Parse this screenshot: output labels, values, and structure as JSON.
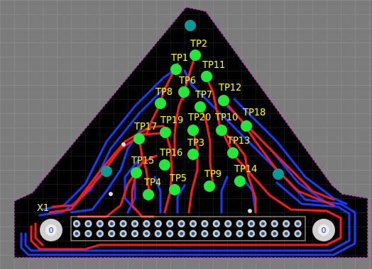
{
  "canvas": {
    "background": "#7c7c7c",
    "grid_color": "#9a9a9a",
    "board_fill": "#000000",
    "outline_color": "#c040c0",
    "top_copper": "#ff1a1a",
    "bottom_copper": "#1a3cff",
    "testpoint_fill": "#22e83a",
    "label_color": "#ffff00",
    "mounting_pad": "#0a9a9a"
  },
  "connector": {
    "designator": "X1",
    "mount_hole_left_label": "0",
    "mount_hole_right_label": "0",
    "pin_columns": 20,
    "pin_rows": 2
  },
  "testpoints": [
    {
      "name": "TP2",
      "label": "TP2"
    },
    {
      "name": "TP1",
      "label": "TP1"
    },
    {
      "name": "TP11",
      "label": "TP11"
    },
    {
      "name": "TP6",
      "label": "TP6"
    },
    {
      "name": "TP12",
      "label": "TP12"
    },
    {
      "name": "TP8",
      "label": "TP8"
    },
    {
      "name": "TP7",
      "label": "TP7"
    },
    {
      "name": "TP18",
      "label": "TP18"
    },
    {
      "name": "TP20",
      "label": "TP20"
    },
    {
      "name": "TP10",
      "label": "TP10"
    },
    {
      "name": "TP19",
      "label": "TP19"
    },
    {
      "name": "TP17",
      "label": "TP17"
    },
    {
      "name": "TP13",
      "label": "TP13"
    },
    {
      "name": "TP3",
      "label": "TP3"
    },
    {
      "name": "TP16",
      "label": "TP16"
    },
    {
      "name": "TP15",
      "label": "TP15"
    },
    {
      "name": "TP14",
      "label": "TP14"
    },
    {
      "name": "TP9",
      "label": "TP9"
    },
    {
      "name": "TP5",
      "label": "TP5"
    },
    {
      "name": "TP4",
      "label": "TP4"
    }
  ]
}
